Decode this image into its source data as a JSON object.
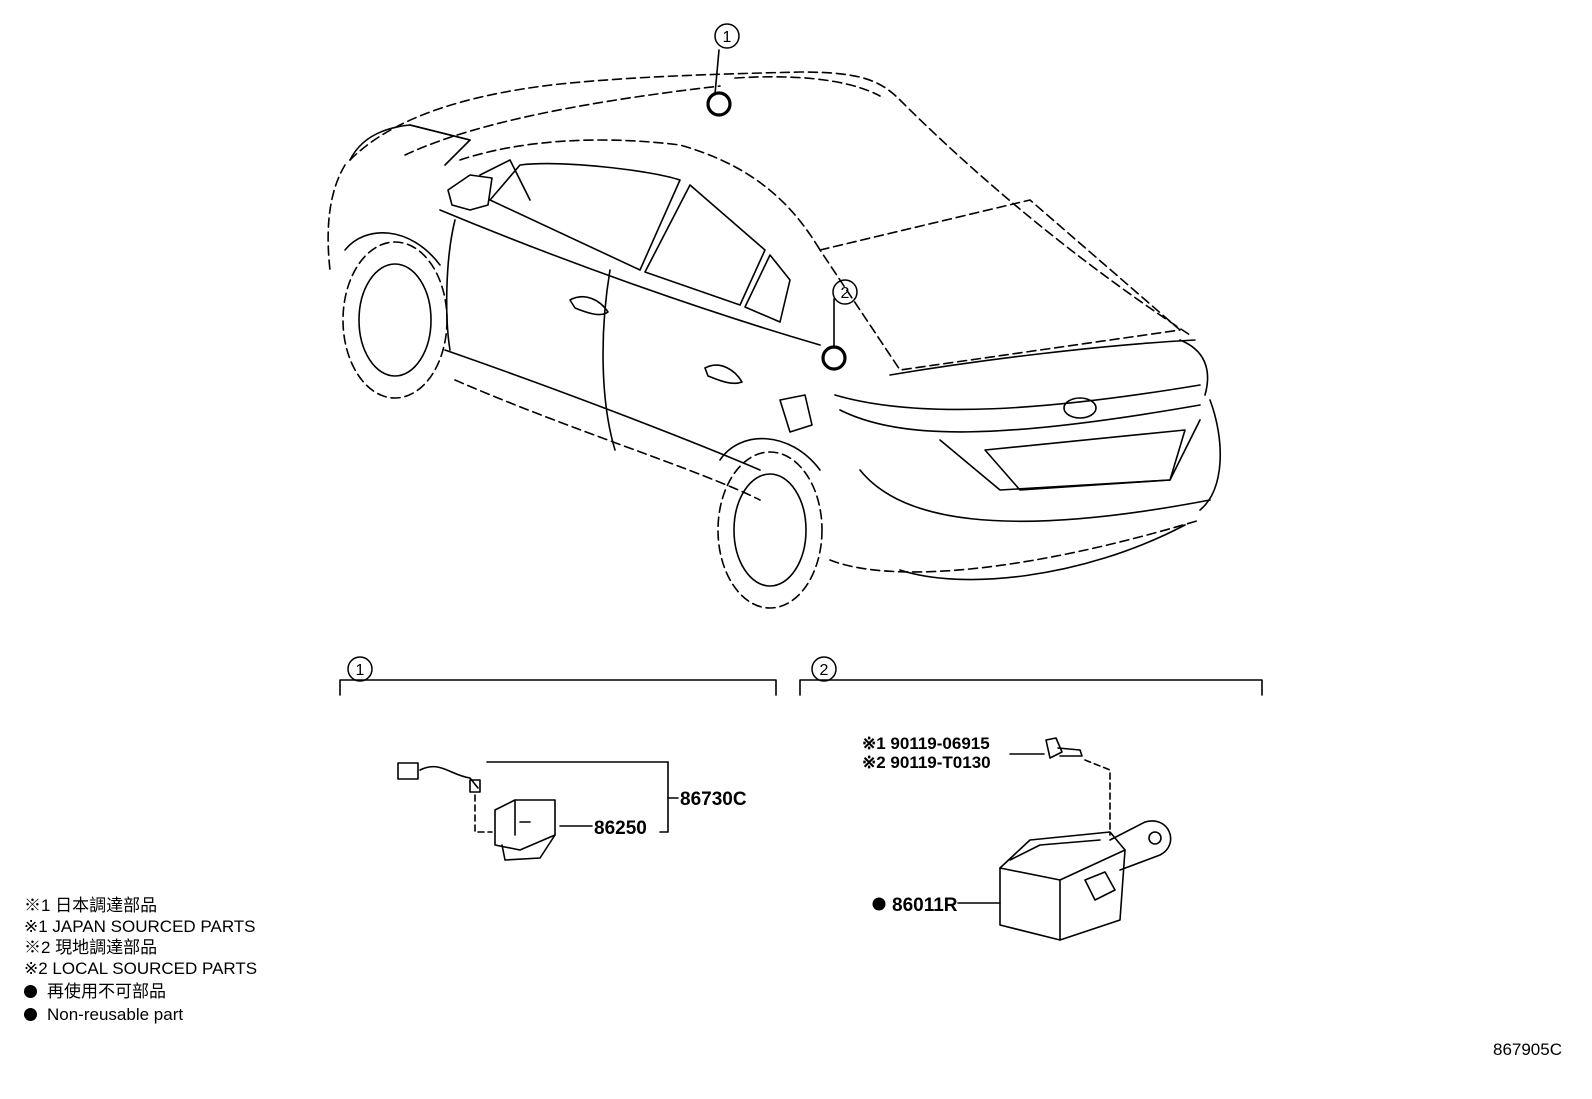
{
  "callouts": {
    "roof_marker": "1",
    "trunk_marker": "2",
    "section_1": "1",
    "section_2": "2"
  },
  "parts": {
    "harness_assembly": "86730C",
    "connector": "86250",
    "bolt_japan": "※1 90119-06915",
    "bolt_local": "※2 90119-T0130",
    "receiver_module": "86011R"
  },
  "legend": {
    "japan_sourced_jp": "※1 日本調達部品",
    "japan_sourced_en": "※1 JAPAN SOURCED PARTS",
    "local_sourced_jp": "※2 現地調達部品",
    "local_sourced_en": "※2 LOCAL SOURCED PARTS",
    "non_reusable_jp": "再使用不可部品",
    "non_reusable_en": "Non-reusable part"
  },
  "diagram_code": "867905C"
}
